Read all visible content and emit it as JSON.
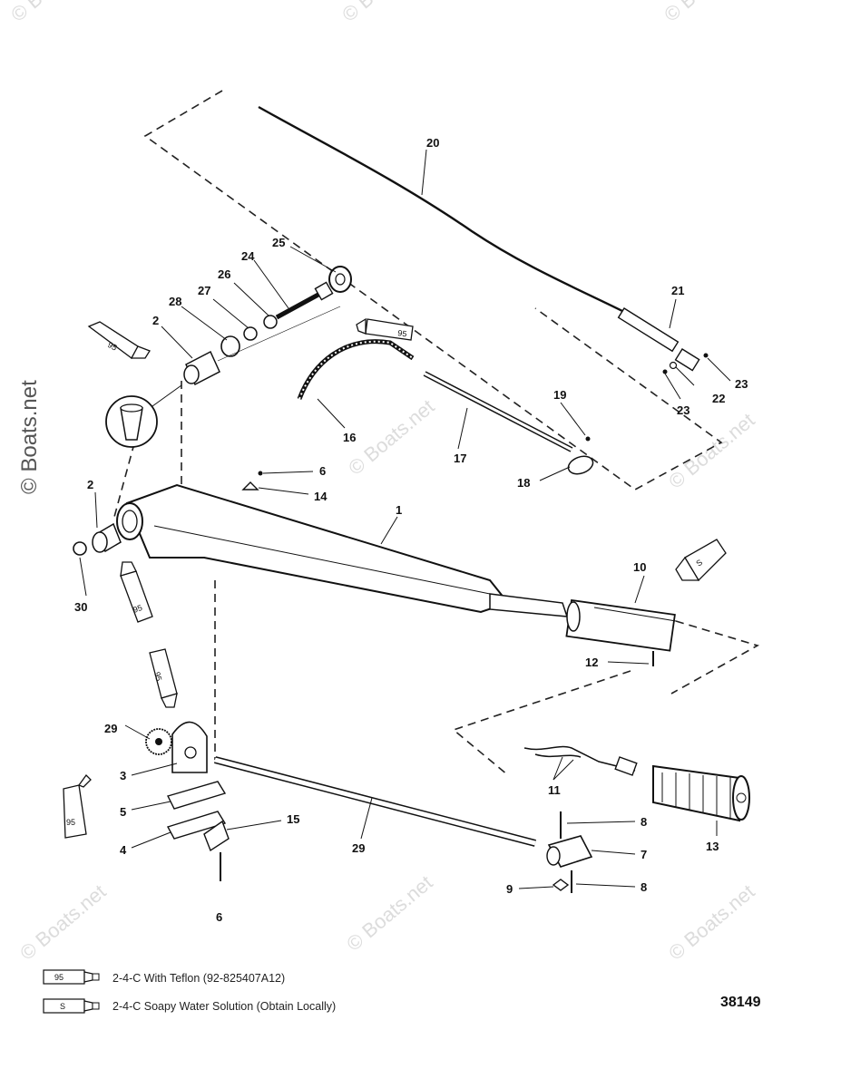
{
  "watermark": "© Boats.net",
  "callouts": {
    "c1": "1",
    "c2a": "2",
    "c2b": "2",
    "c3": "3",
    "c4": "4",
    "c5": "5",
    "c6a": "6",
    "c6b": "6",
    "c7": "7",
    "c8a": "8",
    "c8b": "8",
    "c9": "9",
    "c10": "10",
    "c11": "11",
    "c12": "12",
    "c13": "13",
    "c14": "14",
    "c15": "15",
    "c16": "16",
    "c17": "17",
    "c18": "18",
    "c19": "19",
    "c20": "20",
    "c21": "21",
    "c22": "22",
    "c23a": "23",
    "c23b": "23",
    "c24": "24",
    "c25": "25",
    "c26": "26",
    "c27": "27",
    "c28": "28",
    "c29a": "29",
    "c29b": "29",
    "c30": "30"
  },
  "tube_labels": {
    "t95_a": "95",
    "t95_b": "95",
    "t95_c": "95",
    "t95_d": "95",
    "t95_e": "95",
    "ts_a": "S"
  },
  "legend": {
    "row1_symbol": "95",
    "row1_text": "2-4-C  With Teflon  (92-825407A12)",
    "row2_symbol": "S",
    "row2_text": "2-4-C  Soapy Water Solution (Obtain Locally)"
  },
  "figure_number": "38149"
}
